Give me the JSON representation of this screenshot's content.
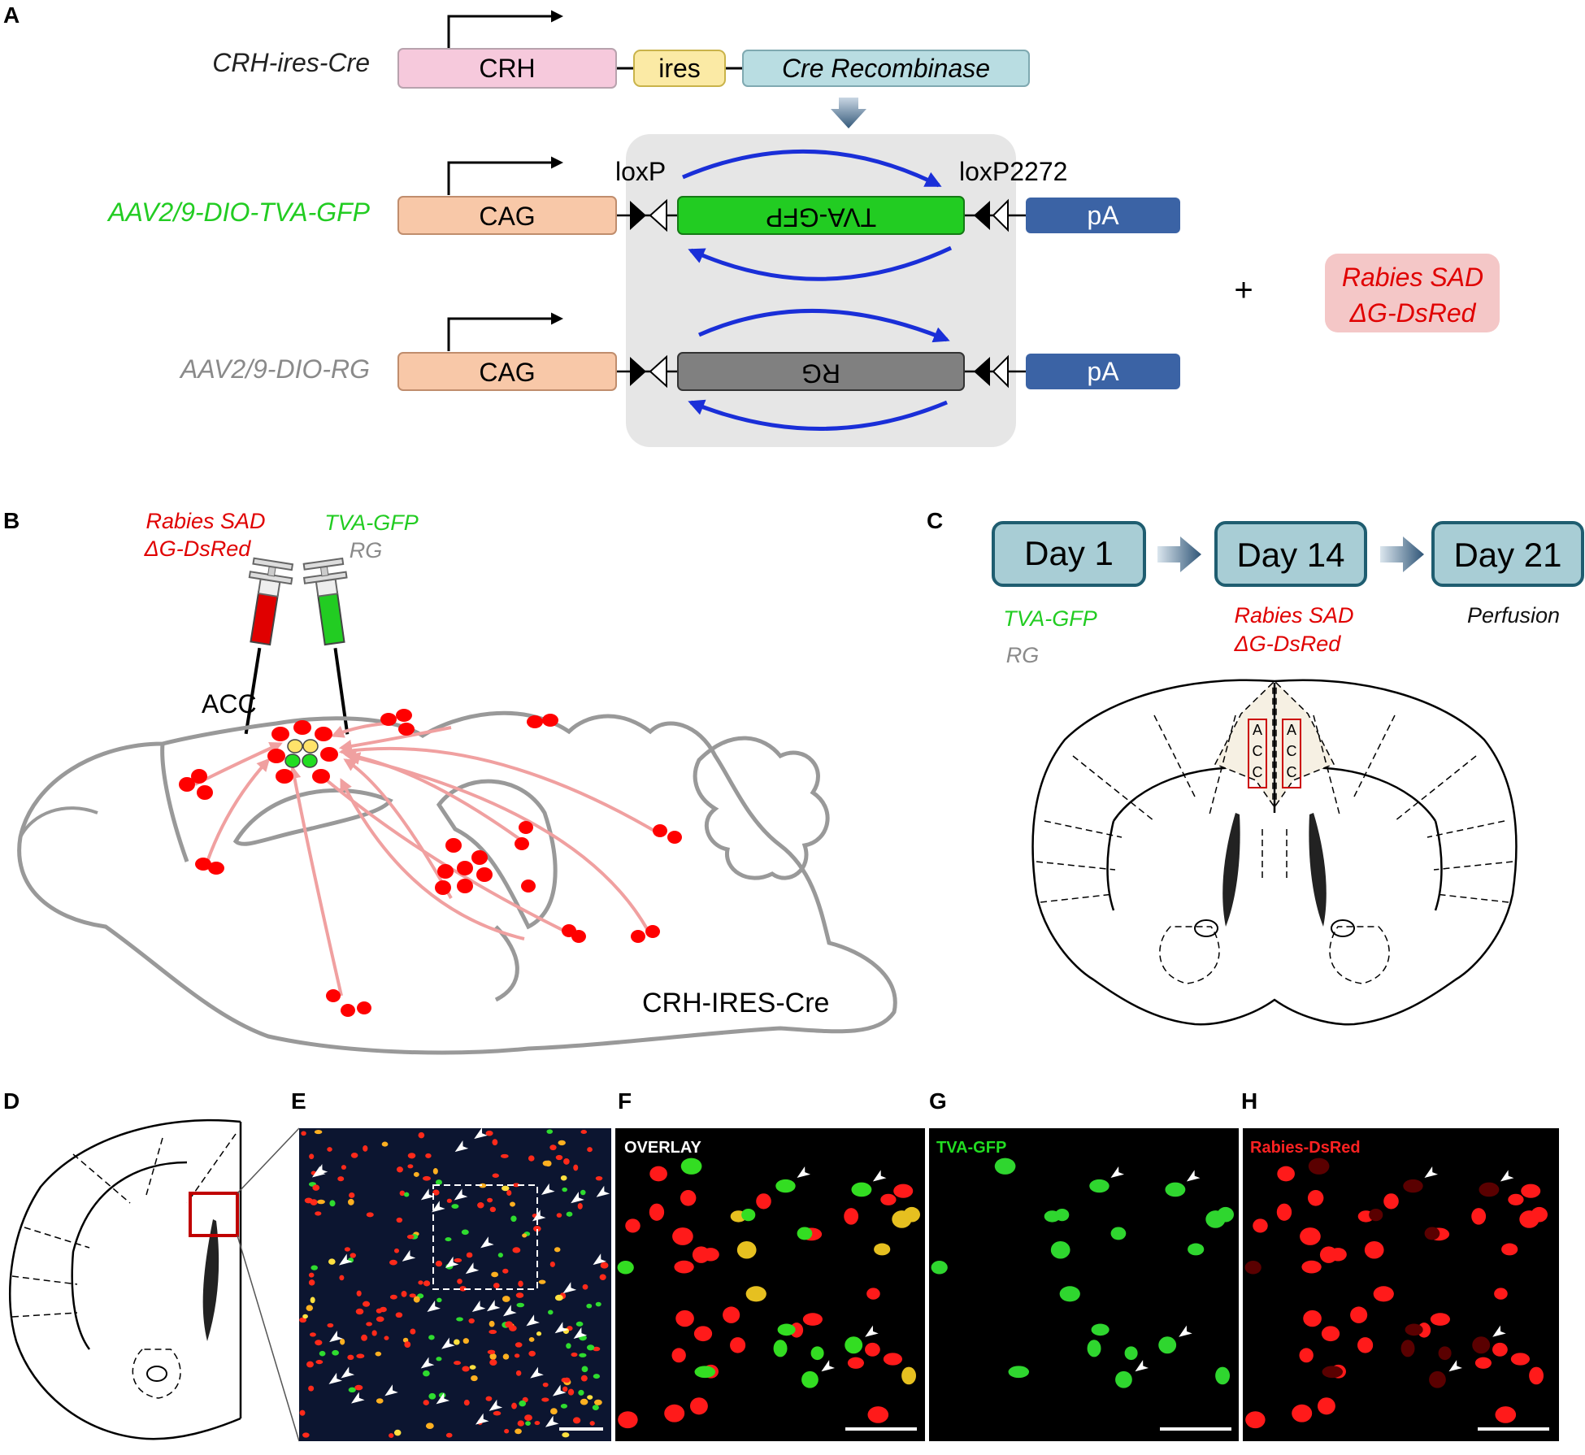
{
  "panels": {
    "A": {
      "label": "A"
    },
    "B": {
      "label": "B"
    },
    "C": {
      "label": "C"
    },
    "D": {
      "label": "D"
    },
    "E": {
      "label": "E"
    },
    "F": {
      "label": "F"
    },
    "G": {
      "label": "G"
    },
    "H": {
      "label": "H"
    }
  },
  "constructs": {
    "crh_line_label": "CRH-ires-Cre",
    "crh_box": "CRH",
    "ires_box": "ires",
    "cre_box": "Cre Recombinase",
    "tva_vector_label": "AAV2/9-DIO-TVA-GFP",
    "rg_vector_label": "AAV2/9-DIO-RG",
    "promoter": "CAG",
    "tva_gene": "TVA-GFP",
    "rg_gene": "RG",
    "polya": "pA",
    "loxp": "loxP",
    "loxp2272": "loxP2272",
    "plus": "+",
    "rabies_line1": "Rabies SAD",
    "rabies_line2": "ΔG-DsRed"
  },
  "injection": {
    "rabies_line1": "Rabies SAD",
    "rabies_line2": "ΔG-DsRed",
    "tva_label": "TVA-GFP",
    "rg_label": "RG",
    "acc_label": "ACC",
    "mouse_line": "CRH-IRES-Cre"
  },
  "timeline": {
    "days": [
      {
        "label": "Day 1",
        "line1": "TVA-GFP",
        "line2": "RG"
      },
      {
        "label": "Day 14",
        "line1": "Rabies SAD",
        "line2": "ΔG-DsRed"
      },
      {
        "label": "Day 21",
        "line1": "Perfusion",
        "line2": ""
      }
    ],
    "acc_letters": [
      "A",
      "C",
      "C"
    ]
  },
  "micrographs": {
    "overlay": "OVERLAY",
    "tva": "TVA-GFP",
    "rabies": "Rabies-DsRed"
  },
  "colors": {
    "green": "#22cc22",
    "red": "#e00000",
    "gray_label": "#8a8a8a",
    "crh_box": "#f6c9dc",
    "ires_box": "#fbeaa5",
    "cre_box": "#b9dde2",
    "cag_box": "#f8c8a8",
    "pa_box": "#3b63a5",
    "arrow_blue": "#1a2fd8",
    "day_box": "#a8cdd5"
  }
}
